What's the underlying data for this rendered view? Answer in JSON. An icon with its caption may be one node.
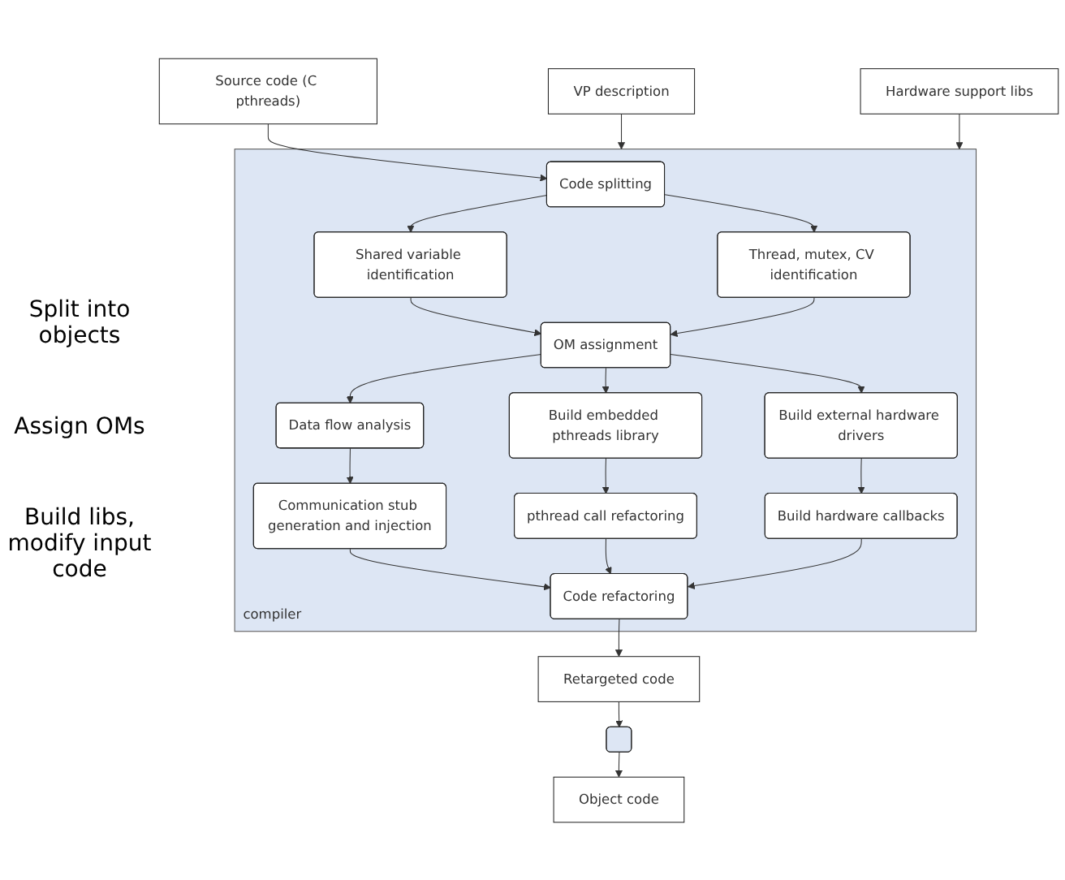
{
  "diagram": {
    "nodes": [
      {
        "text": [
          "Source code (C pthreads)"
        ]
      },
      {
        "text": [
          "VP description"
        ]
      },
      {
        "text": [
          "Hardware support libs"
        ]
      },
      {
        "text": [
          "compiler"
        ]
      },
      {
        "text": [
          "Code splitting"
        ],
        "in": 3
      },
      {
        "text": [
          "Shared variable identification"
        ],
        "in": 3
      },
      {
        "text": [
          "Thread, mutex, CV identification"
        ],
        "in": 3
      },
      {
        "text": [
          "OM assignment"
        ],
        "in": 3
      },
      {
        "text": [
          "Data flow analysis"
        ],
        "in": 3
      },
      {
        "text": [
          "Build embedded pthreads library"
        ],
        "in": 3
      },
      {
        "text": [
          "Build external hardware drivers"
        ],
        "in": 3
      },
      {
        "text": [
          "Communication stub generation and injection"
        ],
        "in": 3
      },
      {
        "text": [
          "pthread call refactoring"
        ],
        "in": 3
      },
      {
        "text": [
          "Build hardware callbacks"
        ],
        "in": 3
      },
      {
        "text": [
          "Code refactoring"
        ],
        "in": 3
      },
      {
        "text": [
          "Retargeted code"
        ]
      },
      {
        "text": [],
        "shape": "box"
      },
      {
        "text": [
          "Object code"
        ]
      }
    ],
    "edges": [
      {
        "from": 0,
        "to": 4,
        "arrow": "to"
      },
      {
        "from": 1,
        "to": 3,
        "arrow": "to"
      },
      {
        "from": 2,
        "to": 3,
        "arrow": "to"
      },
      {
        "from": 4,
        "to": 5,
        "arrow": "to"
      },
      {
        "from": 4,
        "to": 6,
        "arrow": "to"
      },
      {
        "from": 5,
        "to": 7,
        "arrow": "to"
      },
      {
        "from": 6,
        "to": 7,
        "arrow": "to"
      },
      {
        "from": 7,
        "to": 8,
        "arrow": "to"
      },
      {
        "from": 7,
        "to": 9,
        "arrow": "to"
      },
      {
        "from": 7,
        "to": 10,
        "arrow": "to"
      },
      {
        "from": 8,
        "to": 11,
        "arrow": "to"
      },
      {
        "from": 9,
        "to": 12,
        "arrow": "to"
      },
      {
        "from": 10,
        "to": 13,
        "arrow": "to"
      },
      {
        "from": 11,
        "to": 14,
        "arrow": "to"
      },
      {
        "from": 12,
        "to": 14,
        "arrow": "to"
      },
      {
        "from": 13,
        "to": 14,
        "arrow": "to"
      },
      {
        "from": 14,
        "to": 15,
        "arrow": "to"
      },
      {
        "from": 15,
        "to": 16,
        "arrow": "to"
      },
      {
        "from": 16,
        "to": 17,
        "arrow": "to"
      }
    ],
    "labels": [
      "Split into objects",
      "Assign OMs",
      "Build libs, modify input code"
    ]
  }
}
